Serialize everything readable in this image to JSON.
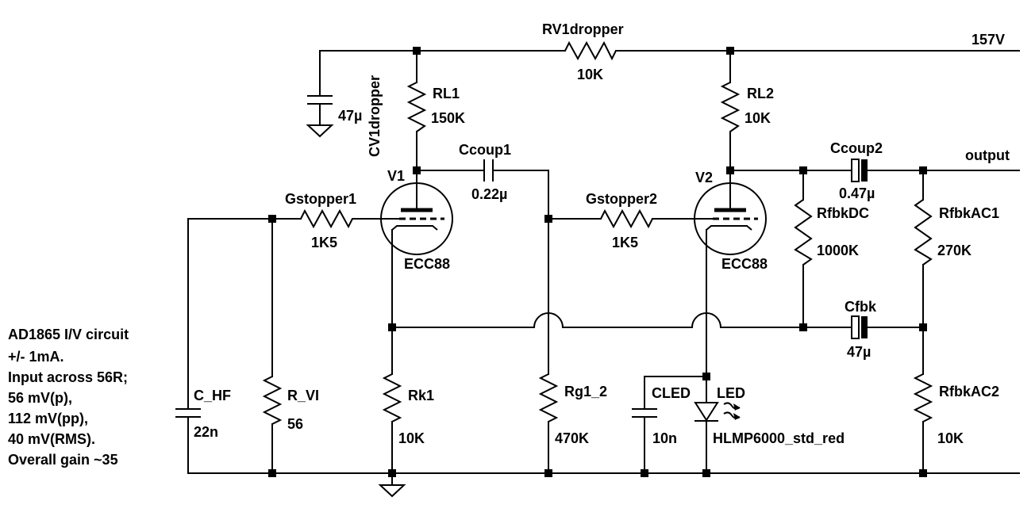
{
  "supply_label": "157V",
  "output_label": "output",
  "components": {
    "rv1": {
      "name": "RV1dropper",
      "value": "10K"
    },
    "cv1": {
      "name": "CV1dropper",
      "value": "47µ"
    },
    "rl1": {
      "name": "RL1",
      "value": "150K"
    },
    "rl2": {
      "name": "RL2",
      "value": "10K"
    },
    "ccoup1": {
      "name": "Ccoup1",
      "value": "0.22µ"
    },
    "ccoup2": {
      "name": "Ccoup2",
      "value": "0.47µ"
    },
    "v1": {
      "name": "V1",
      "type": "ECC88"
    },
    "v2": {
      "name": "V2",
      "type": "ECC88"
    },
    "gstopper1": {
      "name": "Gstopper1",
      "value": "1K5"
    },
    "gstopper2": {
      "name": "Gstopper2",
      "value": "1K5"
    },
    "rfbkdc": {
      "name": "RfbkDC",
      "value": "1000K"
    },
    "rfbkac1": {
      "name": "RfbkAC1",
      "value": "270K"
    },
    "rfbkac2": {
      "name": "RfbkAC2",
      "value": "10K"
    },
    "cfbk": {
      "name": "Cfbk",
      "value": "47µ"
    },
    "chf": {
      "name": "C_HF",
      "value": "22n"
    },
    "rvi": {
      "name": "R_VI",
      "value": "56"
    },
    "rk1": {
      "name": "Rk1",
      "value": "10K"
    },
    "rg12": {
      "name": "Rg1_2",
      "value": "470K"
    },
    "cled": {
      "name": "CLED",
      "value": "10n"
    },
    "led": {
      "name": "LED",
      "value": "HLMP6000_std_red"
    }
  },
  "notes": [
    "AD1865 I/V circuit",
    "+/- 1mA.",
    "Input across 56R;",
    "56 mV(p),",
    "112 mV(pp),",
    "40 mV(RMS).",
    "Overall gain ~35"
  ]
}
